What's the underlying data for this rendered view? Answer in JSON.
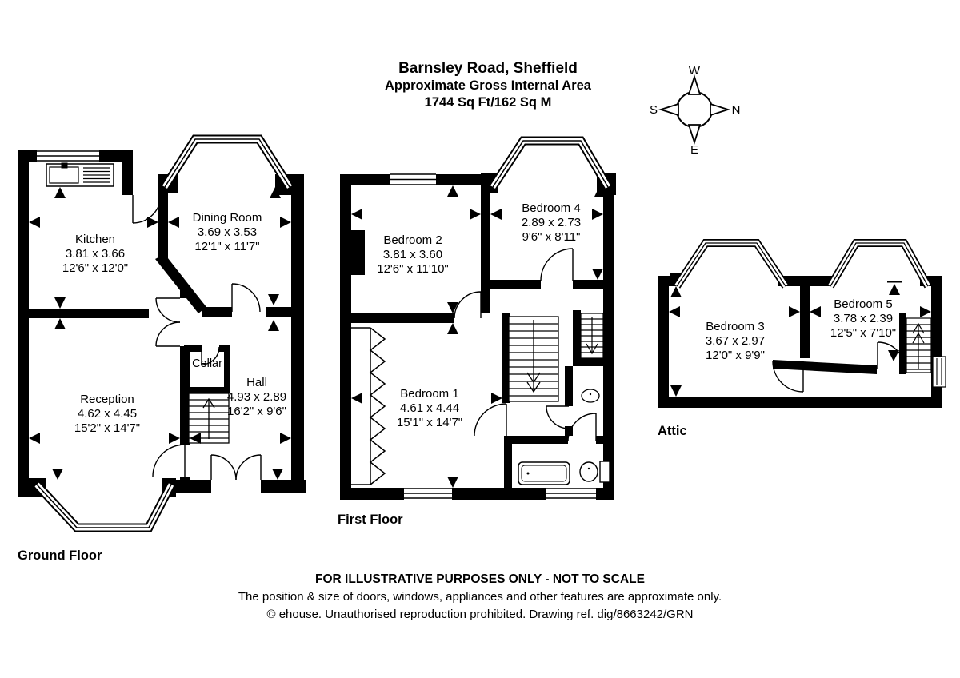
{
  "title": {
    "line1": "Barnsley Road, Sheffield",
    "line2": "Approximate Gross Internal Area",
    "line3": "1744 Sq Ft/162 Sq M"
  },
  "compass": {
    "top": "W",
    "left": "S",
    "right": "N",
    "bottom": "E"
  },
  "floors": {
    "ground": {
      "label": "Ground Floor",
      "rooms": {
        "kitchen": {
          "name": "Kitchen",
          "metric": "3.81 x 3.66",
          "imperial": "12'6\" x 12'0\""
        },
        "dining": {
          "name": "Dining Room",
          "metric": "3.69 x 3.53",
          "imperial": "12'1\" x 11'7\""
        },
        "reception": {
          "name": "Reception",
          "metric": "4.62 x 4.45",
          "imperial": "15'2\" x 14'7\""
        },
        "hall": {
          "name": "Hall",
          "metric": "4.93 x 2.89",
          "imperial": "16'2\" x 9'6\""
        },
        "cellar": {
          "name": "Cellar"
        }
      }
    },
    "first": {
      "label": "First Floor",
      "rooms": {
        "bedroom1": {
          "name": "Bedroom 1",
          "metric": "4.61 x 4.44",
          "imperial": "15'1\" x 14'7\""
        },
        "bedroom2": {
          "name": "Bedroom 2",
          "metric": "3.81 x 3.60",
          "imperial": "12'6\" x 11'10\""
        },
        "bedroom4": {
          "name": "Bedroom 4",
          "metric": "2.89 x 2.73",
          "imperial": "9'6\" x 8'11\""
        }
      }
    },
    "attic": {
      "label": "Attic",
      "rooms": {
        "bedroom3": {
          "name": "Bedroom 3",
          "metric": "3.67 x 2.97",
          "imperial": "12'0\" x 9'9\""
        },
        "bedroom5": {
          "name": "Bedroom 5",
          "metric": "3.78 x 2.39",
          "imperial": "12'5\" x 7'10\""
        }
      }
    }
  },
  "footer": {
    "line1": "FOR ILLUSTRATIVE PURPOSES ONLY - NOT TO SCALE",
    "line2": "The position & size of doors, windows, appliances and other features are approximate only.",
    "line3": "© ehouse. Unauthorised reproduction prohibited. Drawing ref. dig/8663242/GRN"
  },
  "colors": {
    "ink": "#000000",
    "paper": "#ffffff"
  }
}
